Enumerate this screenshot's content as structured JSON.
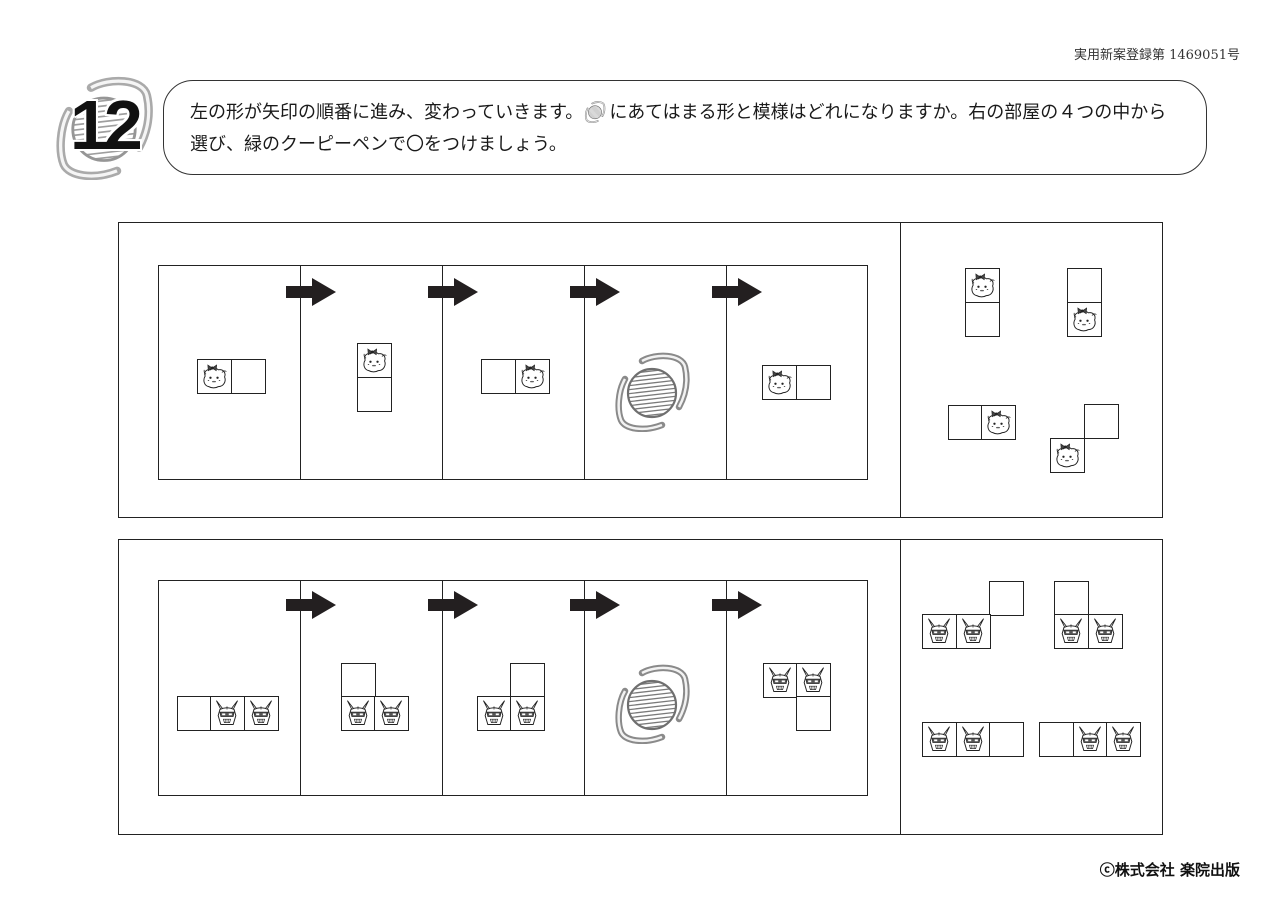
{
  "header": {
    "registration": "実用新案登録第 1469051号"
  },
  "question": {
    "number": "12",
    "line1_before_icon": "左の形が矢印の順番に進み、変わっていきます。",
    "line1_after_icon": "にあてはまる形と模様はどれになりますか。右の部屋の４つの中から",
    "line2": "選び、緑のクーピーペンで〇をつけましょう。"
  },
  "icons": {
    "badge": "swirl-badge-icon",
    "blank": "swirl-question-icon",
    "arrow": "right-arrow-icon",
    "face": "girl-face-icon",
    "mask": "helmet-mask-icon"
  },
  "colors": {
    "ink": "#222222",
    "swirl_gray": "#8a8a8a",
    "paper": "#ffffff"
  },
  "footer": {
    "copyright": "ⓒ株式会社 楽院出版"
  }
}
